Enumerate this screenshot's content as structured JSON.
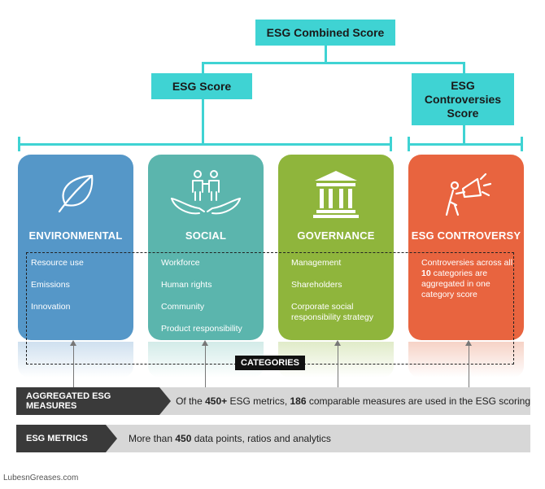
{
  "combined_score": "ESG Combined Score",
  "esg_score": "ESG Score",
  "controversies_score": [
    "ESG",
    "Controversies",
    "Score"
  ],
  "cards": [
    {
      "title": "ENVIRONMENTAL",
      "color": "#5597c8",
      "icon": "leaf-icon",
      "items": [
        "Resource use",
        "Emissions",
        "Innovation"
      ]
    },
    {
      "title": "SOCIAL",
      "color": "#5bb5ad",
      "icon": "people-hands-icon",
      "items": [
        "Workforce",
        "Human rights",
        "Community",
        "Product responsibility"
      ]
    },
    {
      "title": "GOVERNANCE",
      "color": "#8fb53c",
      "icon": "institution-icon",
      "items": [
        "Management",
        "Shareholders",
        "Corporate social responsibility strategy"
      ]
    },
    {
      "title": "ESG CONTROVERSY",
      "color": "#e8643f",
      "icon": "megaphone-icon",
      "items_rich": [
        "Controversies across all ",
        "10",
        " categories are aggregated in one category score"
      ]
    }
  ],
  "categories_label": "CATEGORIES",
  "aggregated": {
    "label": "AGGREGATED ESG MEASURES",
    "text_parts": [
      "Of the ",
      "450+",
      " ESG metrics, ",
      "186",
      " comparable measures are used in the ESG scoring"
    ]
  },
  "metrics": {
    "label": "ESG METRICS",
    "text_parts": [
      "More than ",
      "450",
      " data points, ratios and analytics"
    ]
  },
  "footer": "LubesnGreases.com",
  "colors": {
    "teal": "#3fd3d3",
    "bar_bg": "#d7d7d7",
    "bar_label": "#3a3a3a"
  }
}
